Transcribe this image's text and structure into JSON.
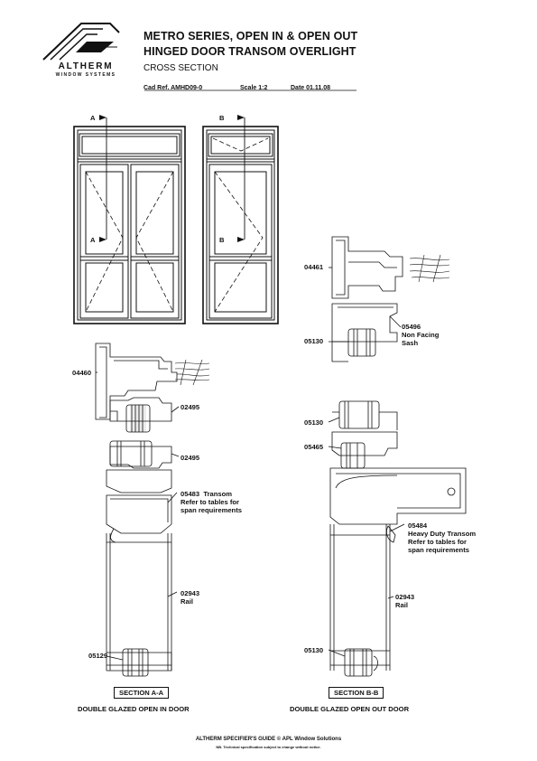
{
  "brand": {
    "name": "ALTHERM",
    "tagline": "WINDOW SYSTEMS"
  },
  "header": {
    "title_line1": "METRO SERIES, OPEN IN & OPEN OUT",
    "title_line2": "HINGED DOOR TRANSOM OVERLIGHT",
    "subtitle": "CROSS SECTION",
    "cad_ref": "Cad Ref. AMHD09-0",
    "scale": "Scale 1:2",
    "date": "Date  01.11.08"
  },
  "elevation": {
    "marker_a": "A",
    "marker_b": "B"
  },
  "section_a": {
    "part_top": "04460",
    "part_sash_top": "02495",
    "part_sash_bottom": "02495",
    "transom_code": "05483",
    "transom_name": "Transom",
    "transom_note1": "Refer to tables for",
    "transom_note2": "span requirements",
    "rail_code": "02943",
    "rail_name": "Rail",
    "part_bottom": "05129",
    "section_label": "SECTION A-A",
    "caption": "DOUBLE GLAZED OPEN IN DOOR"
  },
  "section_b": {
    "part_top": "04461",
    "nf_code": "05496",
    "nf_line1": "Non Facing",
    "nf_line2": "Sash",
    "part_bead": "05130",
    "part_bead2": "05130",
    "part_sash": "05465",
    "transom_code": "05484",
    "transom_name": "Heavy Duty Transom",
    "transom_note1": "Refer to tables for",
    "transom_note2": "span requirements",
    "rail_code": "02943",
    "rail_name": "Rail",
    "part_bottom": "05130",
    "section_label": "SECTION B-B",
    "caption": "DOUBLE GLAZED OPEN OUT DOOR"
  },
  "footer": {
    "line1": "ALTHERM SPECIFIER'S GUIDE  © APL Window Solutions",
    "line2": "NB. Technical specification subject to change without notice."
  }
}
